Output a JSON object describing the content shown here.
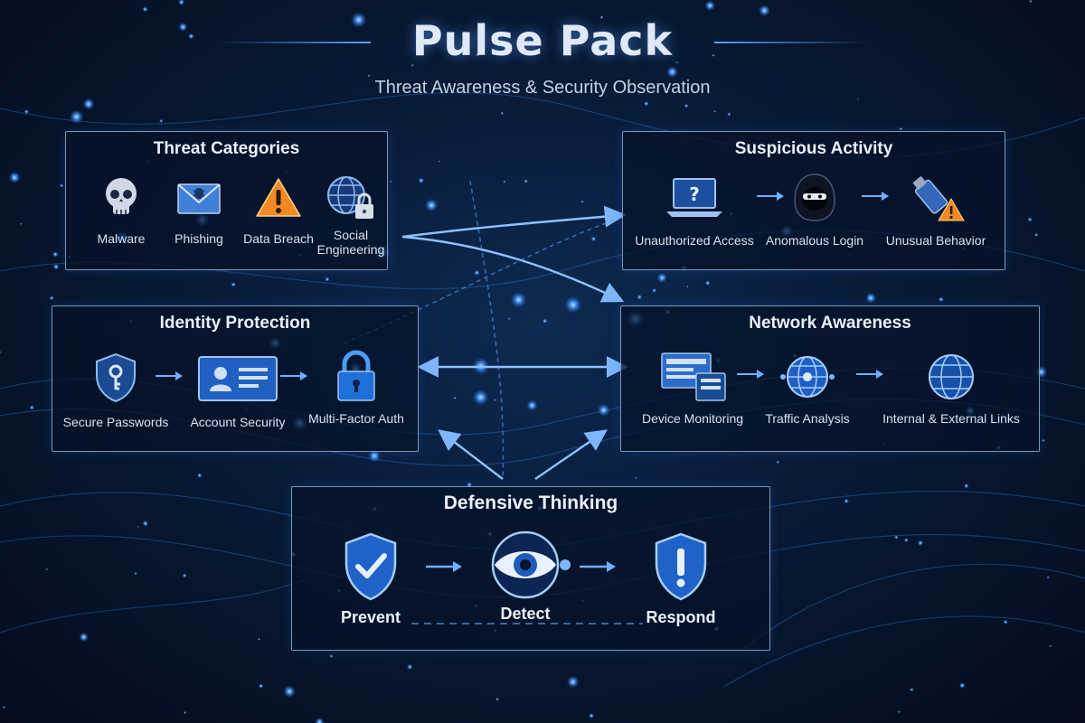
{
  "header": {
    "title": "Pulse Pack",
    "subtitle": "Threat Awareness & Security Observation"
  },
  "panels": {
    "threat_categories": {
      "title": "Threat Categories",
      "items": [
        "Malware",
        "Phishing",
        "Data Breach",
        "Social",
        "Engineering"
      ]
    },
    "suspicious_activity": {
      "title": "Suspicious Activity",
      "items": [
        "Unauthorized Access",
        "Anomalous Login",
        "Unusual Behavior"
      ]
    },
    "identity_protection": {
      "title": "Identity Protection",
      "items": [
        "Secure Passwords",
        "Account Security",
        "Multi-Factor Auth"
      ]
    },
    "network_awareness": {
      "title": "Network Awareness",
      "items": [
        "Device Monitoring",
        "Traffic Analysis",
        "Internal & External Links"
      ]
    },
    "defensive_thinking": {
      "title": "Defensive Thinking",
      "items": [
        "Prevent",
        "Detect",
        "Respond"
      ]
    }
  },
  "icons": {
    "malware": "skull-icon",
    "phishing": "envelope-bug-icon",
    "data_breach": "warning-triangle-icon",
    "social_engineering": "globe-lock-icon",
    "unauthorized_access": "laptop-question-icon",
    "anomalous_login": "hooded-figure-icon",
    "unusual_behavior": "usb-warning-icon",
    "secure_passwords": "shield-key-icon",
    "account_security": "id-card-icon",
    "multi_factor_auth": "padlock-icon",
    "device_monitoring": "devices-icon",
    "traffic_analysis": "network-globe-icon",
    "external_links": "globe-icon",
    "prevent": "shield-check-icon",
    "detect": "eye-icon",
    "respond": "shield-alert-icon"
  },
  "colors": {
    "background": "#061530",
    "accent": "#4a9cff",
    "panel_border": "#7f97b6",
    "warning": "#f08a24"
  }
}
